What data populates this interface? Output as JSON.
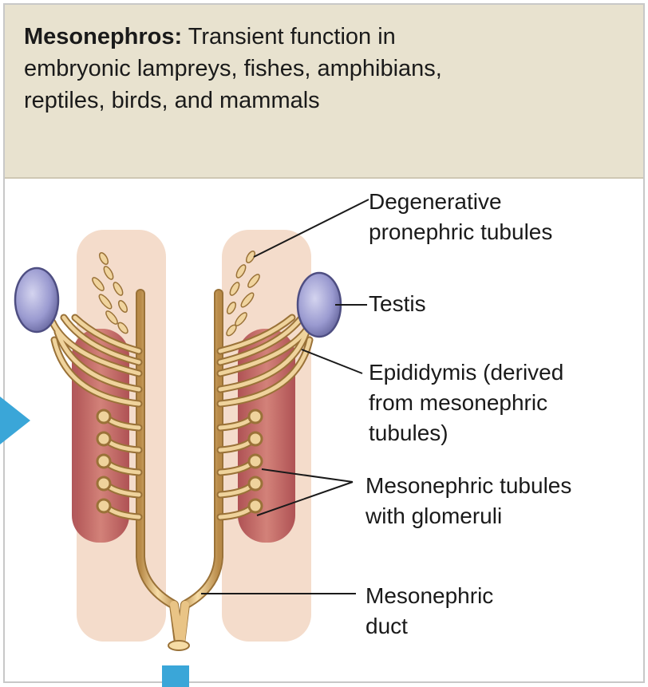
{
  "header": {
    "term": "Mesonephros:",
    "description_lines": [
      "Transient function in",
      "embryonic lampreys, fishes, amphibians,",
      "reptiles, birds, and mammals"
    ]
  },
  "labels": {
    "degenerative": [
      "Degenerative",
      "pronephric tubules"
    ],
    "testis": [
      "Testis"
    ],
    "epididymis": [
      "Epididymis (derived",
      "from mesonephric",
      "tubules)"
    ],
    "tubules": [
      "Mesonephric tubules",
      "with glomeruli"
    ],
    "duct": [
      "Mesonephric",
      "duct"
    ]
  },
  "colors": {
    "header_bg": "#e8e2cf",
    "pink_field": "#f3d9c8",
    "red_kidney": "#c0605a",
    "duct": "#e9c486",
    "testis": "#8f8fc7",
    "nav_accent": "#3aa6d8"
  },
  "navigation": {
    "prev_icon": "triangle-right-icon",
    "next_icon": "square-icon"
  }
}
